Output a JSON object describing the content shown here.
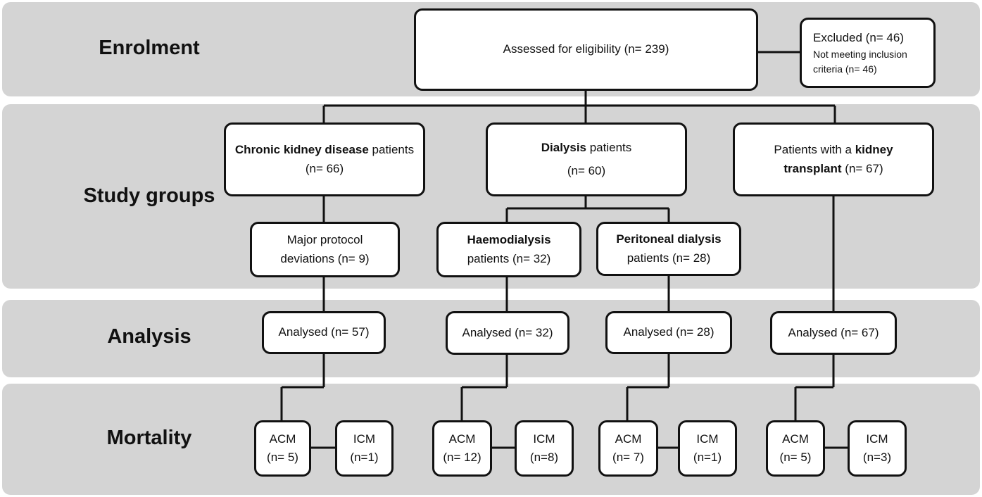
{
  "sections": {
    "enrolment": "Enrolment",
    "study_groups": "Study groups",
    "analysis": "Analysis",
    "mortality": "Mortality"
  },
  "enrolment": {
    "assessed": "Assessed for eligibility (n=  239)",
    "excluded_title": "Excluded (n= 46)",
    "excluded_line1": "Not meeting inclusion",
    "excluded_line2": "criteria (n= 46)"
  },
  "groups": {
    "ckd": {
      "bold": "Chronic kidney disease",
      "rest": " patients",
      "n": "(n= 66)"
    },
    "dialysis": {
      "bold": "Dialysis",
      "rest": " patients",
      "n": "(n= 60)"
    },
    "transplant": {
      "pre": "Patients with a ",
      "bold1": "kidney",
      "bold2": "transplant",
      "n": " (n= 67)"
    }
  },
  "subgroups": {
    "deviations_line1": "Major protocol",
    "deviations_line2": "deviations (n= 9)",
    "haemo_bold": "Haemodialysis",
    "haemo_line2": "patients (n= 32)",
    "peritoneal_bold": "Peritoneal dialysis",
    "peritoneal_line2": "patients (n= 28)"
  },
  "analysis": {
    "ckd": "Analysed (n= 57)",
    "haemo": "Analysed (n= 32)",
    "peritoneal": "Analysed (n= 28)",
    "transplant": "Analysed (n= 67)"
  },
  "mortality": {
    "acm_label": "ACM",
    "icm_label": "ICM",
    "ckd_acm": "(n= 5)",
    "ckd_icm": "(n=1)",
    "haemo_acm": "(n= 12)",
    "haemo_icm": "(n=8)",
    "peritoneal_acm": "(n= 7)",
    "peritoneal_icm": "(n=1)",
    "transplant_acm": "(n= 5)",
    "transplant_icm": "(n=3)"
  }
}
